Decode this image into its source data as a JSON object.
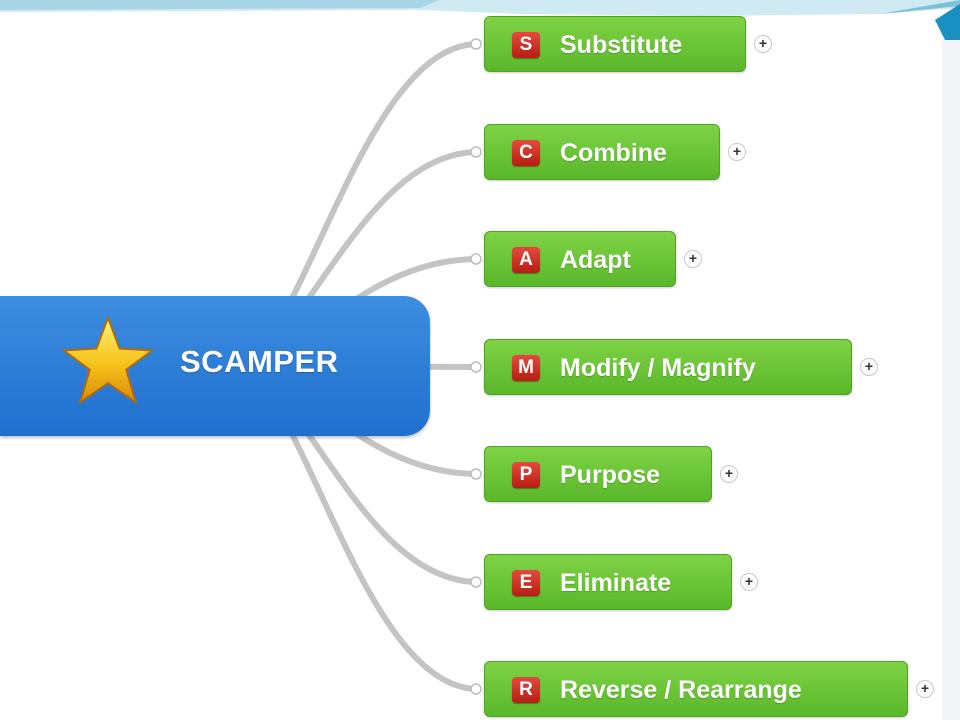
{
  "root": {
    "label": "SCAMPER",
    "icon": "star-icon"
  },
  "branches": [
    {
      "letter": "S",
      "label": "Substitute"
    },
    {
      "letter": "C",
      "label": "Combine"
    },
    {
      "letter": "A",
      "label": "Adapt"
    },
    {
      "letter": "M",
      "label": "Modify / Magnify"
    },
    {
      "letter": "P",
      "label": "Purpose"
    },
    {
      "letter": "E",
      "label": "Eliminate"
    },
    {
      "letter": "R",
      "label": "Reverse / Rearrange"
    }
  ],
  "expand_glyph": "+",
  "colors": {
    "root": "#2a7bd6",
    "branch": "#6cc63a",
    "badge": "#cc2a1e",
    "connector": "#c4c4c4",
    "header": "#bfe3ef"
  }
}
